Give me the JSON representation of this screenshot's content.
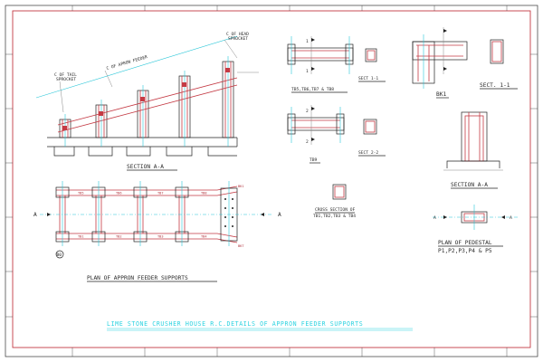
{
  "drawing": {
    "title": "LIME STONE CRUSHER HOUSE R.C.DETAILS OF APPRON FEEDER SUPPORTS",
    "labels": {
      "section_aa_left": "SECTION A-A",
      "plan_feeder": "PLAN OF APPRON FEEDER SUPPORTS",
      "tb_group1": "TB5,TB6,TB7 & TB8",
      "sect_11_mid": "SECT 1-1",
      "bk1": "BK1",
      "sect_11_right": "SECT. 1-1",
      "tb9": "TB9",
      "sect_22": "SECT 2-2",
      "section_aa_right": "SECTION A-A",
      "cross_section_l1": "CROSS SECTION OF",
      "cross_section_l2": "TB1,TB2,TB3 & TB4",
      "plan_pedestal_l1": "PLAN OF PEDESTAL",
      "plan_pedestal_l2": "P1,P2,P3,P4 & P5",
      "sprocket_left_l1": "C OF TAIL",
      "sprocket_left_l2": "SPROCKET",
      "sprocket_right_l1": "C OF HEAD",
      "sprocket_right_l2": "SPROCKET",
      "apron_feeder": "C OF APRON FEEDER",
      "marker_a": "A",
      "sec_mark_1": "1",
      "sec_mark_2": "2",
      "circle_b0": "B0",
      "bk1_tag": "BK1",
      "tb1": "TB1",
      "tb2": "TB2",
      "tb3": "TB3",
      "tb4": "TB4",
      "tb5": "TB5",
      "tb6": "TB6",
      "tb7": "TB7",
      "tb8": "TB8",
      "bk_tag_bottom": "BKT"
    }
  },
  "colors": {
    "linework": "#222222",
    "rebar": "#c43a44",
    "centerline": "#27c6d8",
    "title": "#2bd3e0"
  }
}
